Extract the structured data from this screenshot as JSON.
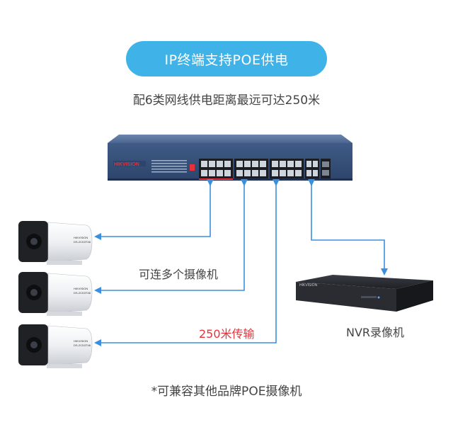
{
  "header": {
    "title": "IP终端支持POE供电"
  },
  "subtitle": "配6类网线供电距离最远可达250米",
  "switch": {
    "brand": "HIKVISION"
  },
  "labels": {
    "multi_camera": "可连多个摄像机",
    "distance": "250米传输",
    "nvr": "NVR录像机"
  },
  "cameras": [
    {
      "model_line1": "HIKVISION",
      "model_line2": "DS-2CD3T46"
    },
    {
      "model_line1": "HIKVISION",
      "model_line2": "DS-2CD3T46"
    },
    {
      "model_line1": "HIKVISION",
      "model_line2": "DS-2CD3T46"
    }
  ],
  "nvr": {
    "brand": "HIKVISION"
  },
  "footer": "*可兼容其他品牌POE摄像机",
  "colors": {
    "accent": "#3fb3e8",
    "line": "#3a8fe0",
    "red": "#e8323b"
  }
}
